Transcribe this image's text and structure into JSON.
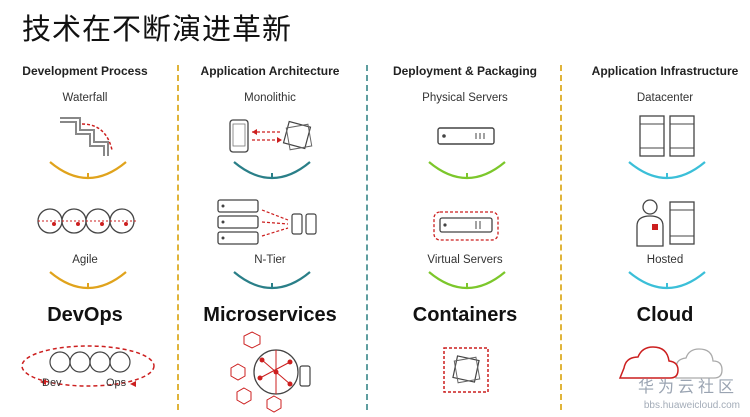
{
  "title": "技术在不断演进革新",
  "columns": [
    {
      "header": "Development Process",
      "stage1": "Waterfall",
      "stage2": "Agile",
      "result": "DevOps",
      "accent": "#e0a31c"
    },
    {
      "header": "Application Architecture",
      "stage1": "Monolithic",
      "stage2": "N-Tier",
      "result": "Microservices",
      "accent": "#2a7f88"
    },
    {
      "header": "Deployment & Packaging",
      "stage1": "Physical Servers",
      "stage2": "Virtual Servers",
      "result": "Containers",
      "accent": "#7cc72b"
    },
    {
      "header": "Application Infrastructure",
      "stage1": "Datacenter",
      "stage2": "Hosted",
      "result": "Cloud",
      "accent": "#3bbfd8"
    }
  ],
  "devops_labels": {
    "dev": "Dev",
    "ops": "Ops"
  },
  "watermark": {
    "cn": "华为云社区",
    "url": "bbs.huaweicloud.com"
  },
  "colors": {
    "red": "#cc1f1f",
    "divider_gold": "#e0b43a",
    "divider_teal": "#5f9ea0"
  }
}
